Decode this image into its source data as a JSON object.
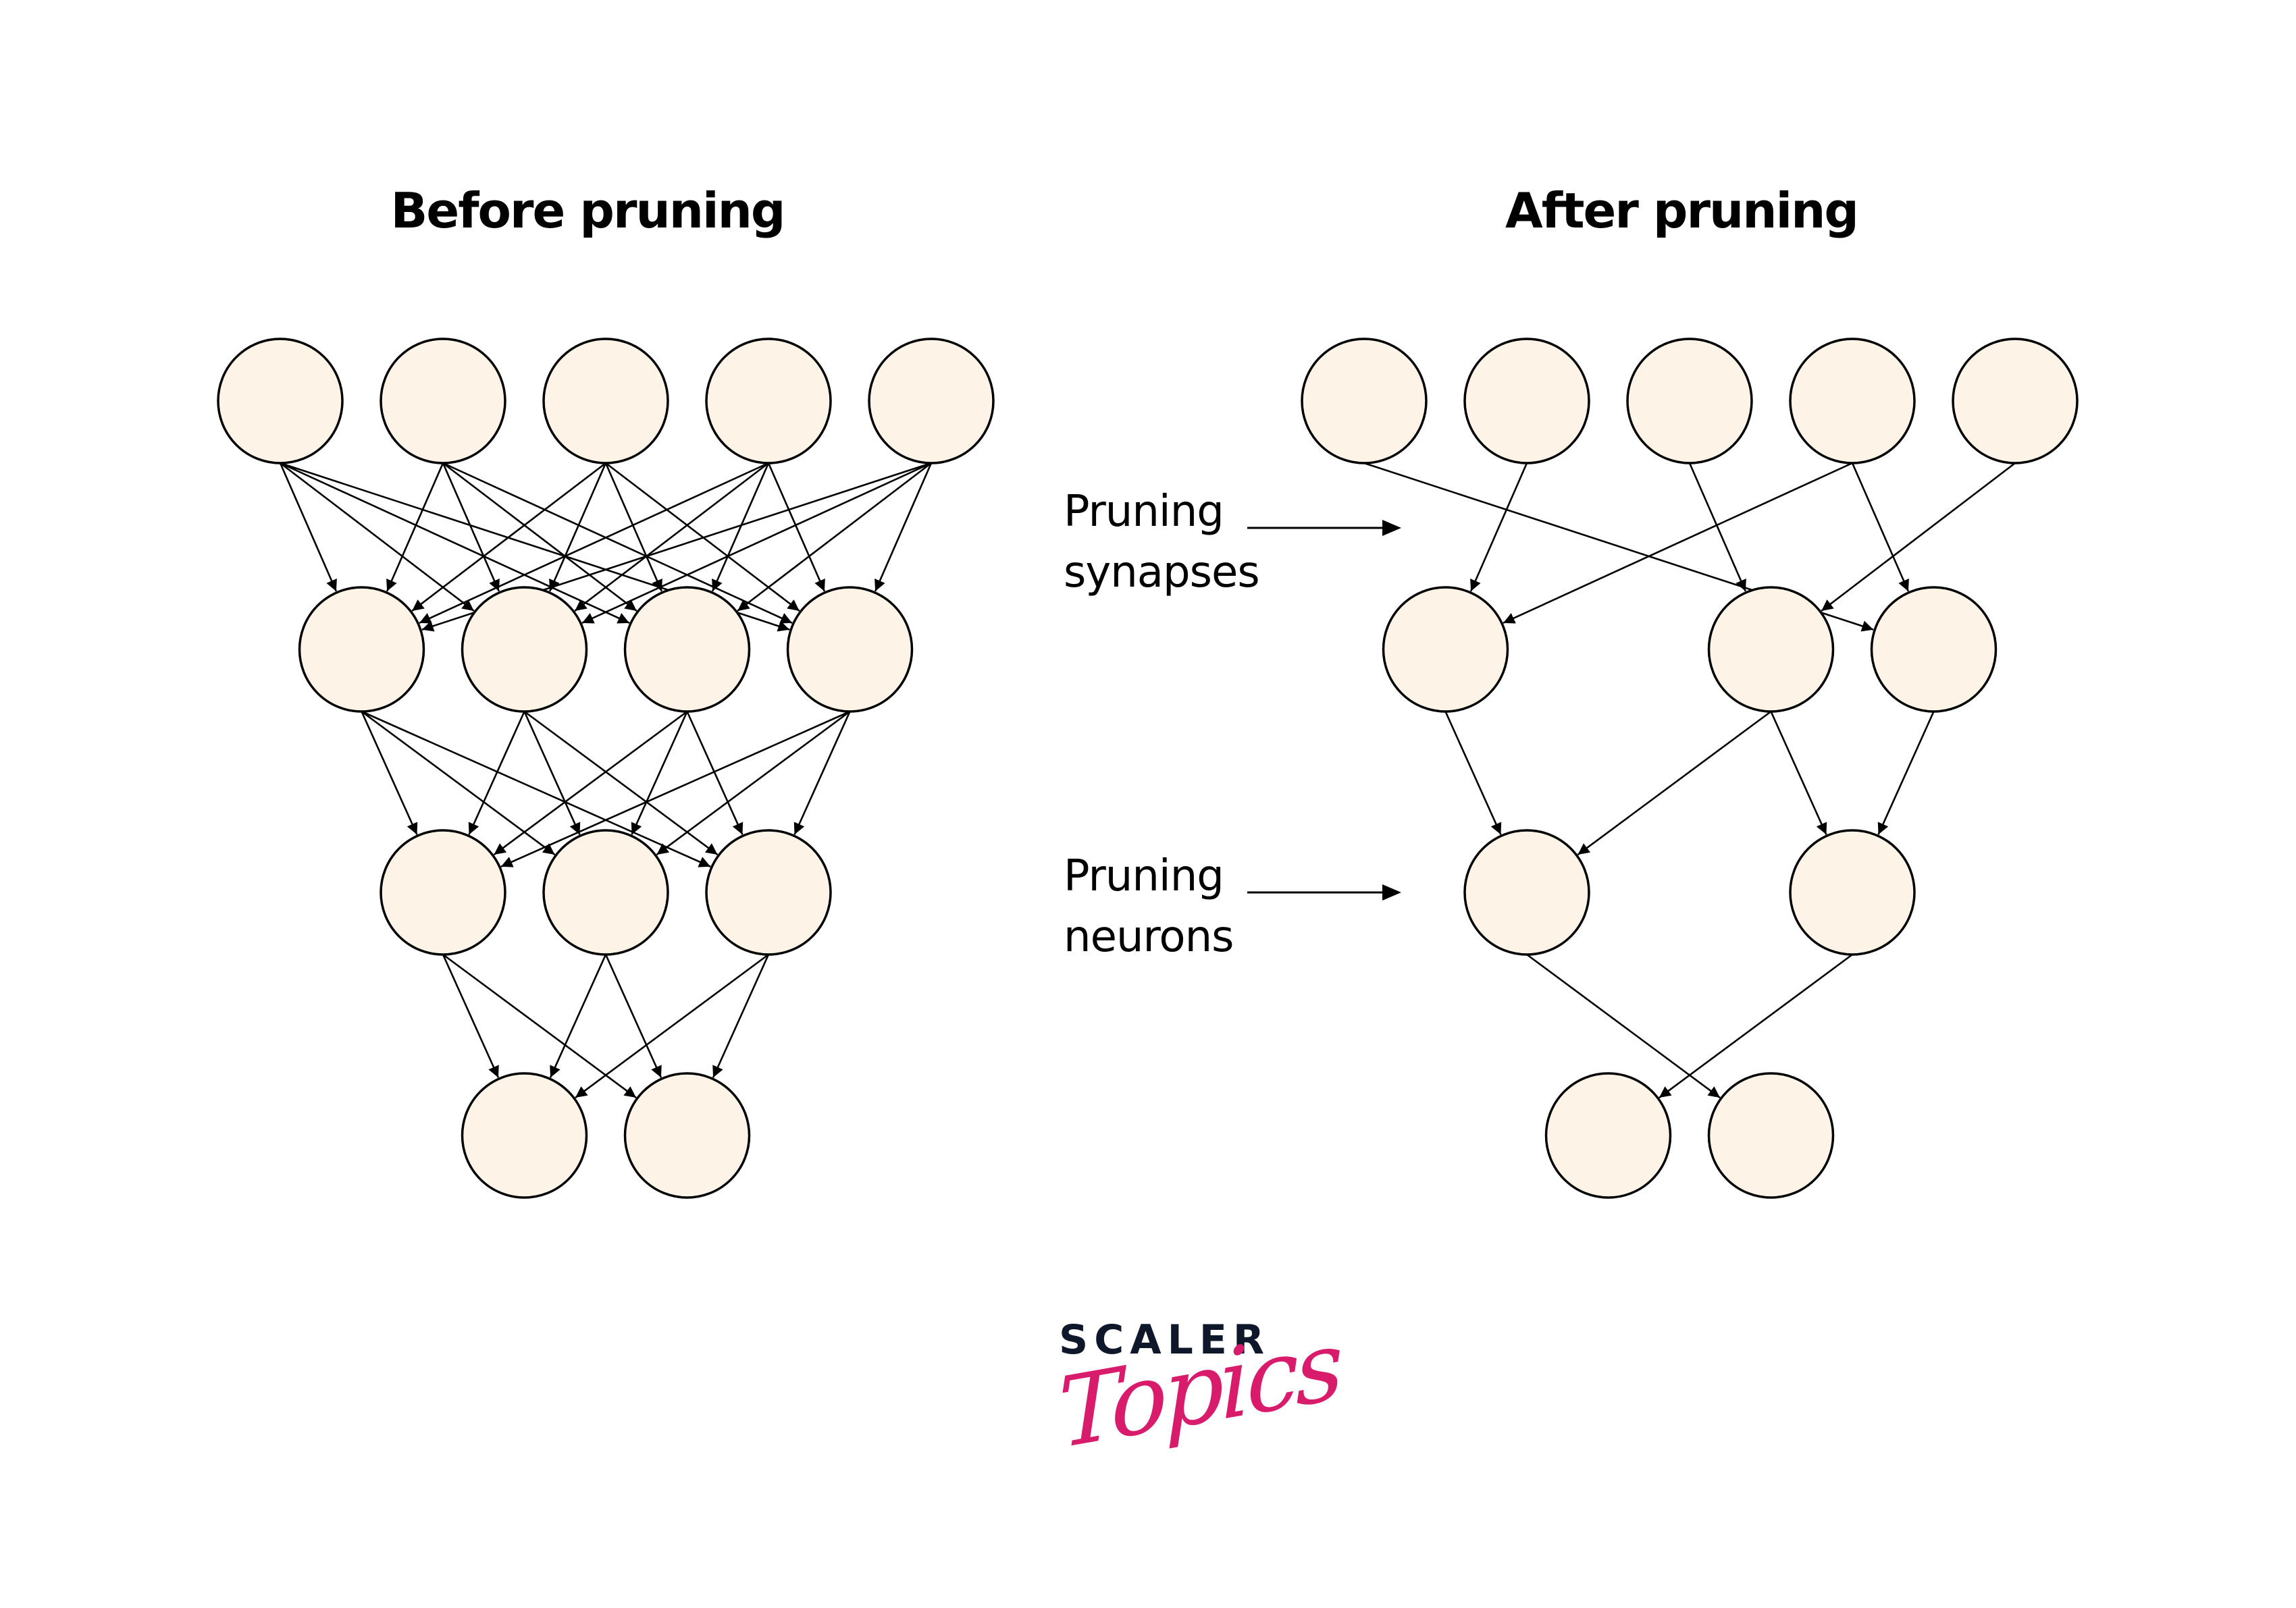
{
  "titles": {
    "before": "Before pruning",
    "after": "After pruning"
  },
  "annotations": {
    "synapses": {
      "line1": "Pruning",
      "line2": "synapses"
    },
    "neurons": {
      "line1": "Pruning",
      "line2": "neurons"
    }
  },
  "logo": {
    "brand": "SCALER",
    "sub": "Topics"
  },
  "colors": {
    "neuron_fill": "#fdf3e6",
    "stroke": "#000000",
    "logo_dark": "#0f172a",
    "logo_pink": "#d81b6a"
  },
  "networks": {
    "before": {
      "layers": [
        [
          0,
          1,
          2,
          3,
          4
        ],
        [
          0.5,
          1.5,
          2.5,
          3.5
        ],
        [
          1,
          2,
          3
        ],
        [
          1.5,
          2.5
        ]
      ],
      "connectivity": "fully-connected"
    },
    "after": {
      "layers": [
        [
          0,
          1,
          2,
          3,
          4
        ],
        [
          0.5,
          2.5,
          3.5
        ],
        [
          1,
          3
        ],
        [
          1.5,
          2.5
        ]
      ],
      "edges": [
        [
          [
            0,
            0
          ],
          [
            1,
            2
          ]
        ],
        [
          [
            0,
            1
          ],
          [
            1,
            0
          ]
        ],
        [
          [
            0,
            2
          ],
          [
            1,
            1
          ]
        ],
        [
          [
            0,
            3
          ],
          [
            1,
            0
          ]
        ],
        [
          [
            0,
            3
          ],
          [
            1,
            2
          ]
        ],
        [
          [
            0,
            4
          ],
          [
            1,
            1
          ]
        ],
        [
          [
            1,
            0
          ],
          [
            2,
            0
          ]
        ],
        [
          [
            1,
            1
          ],
          [
            2,
            0
          ]
        ],
        [
          [
            1,
            1
          ],
          [
            2,
            1
          ]
        ],
        [
          [
            1,
            2
          ],
          [
            2,
            1
          ]
        ],
        [
          [
            2,
            0
          ],
          [
            3,
            1
          ]
        ],
        [
          [
            2,
            1
          ],
          [
            3,
            0
          ]
        ]
      ]
    }
  }
}
